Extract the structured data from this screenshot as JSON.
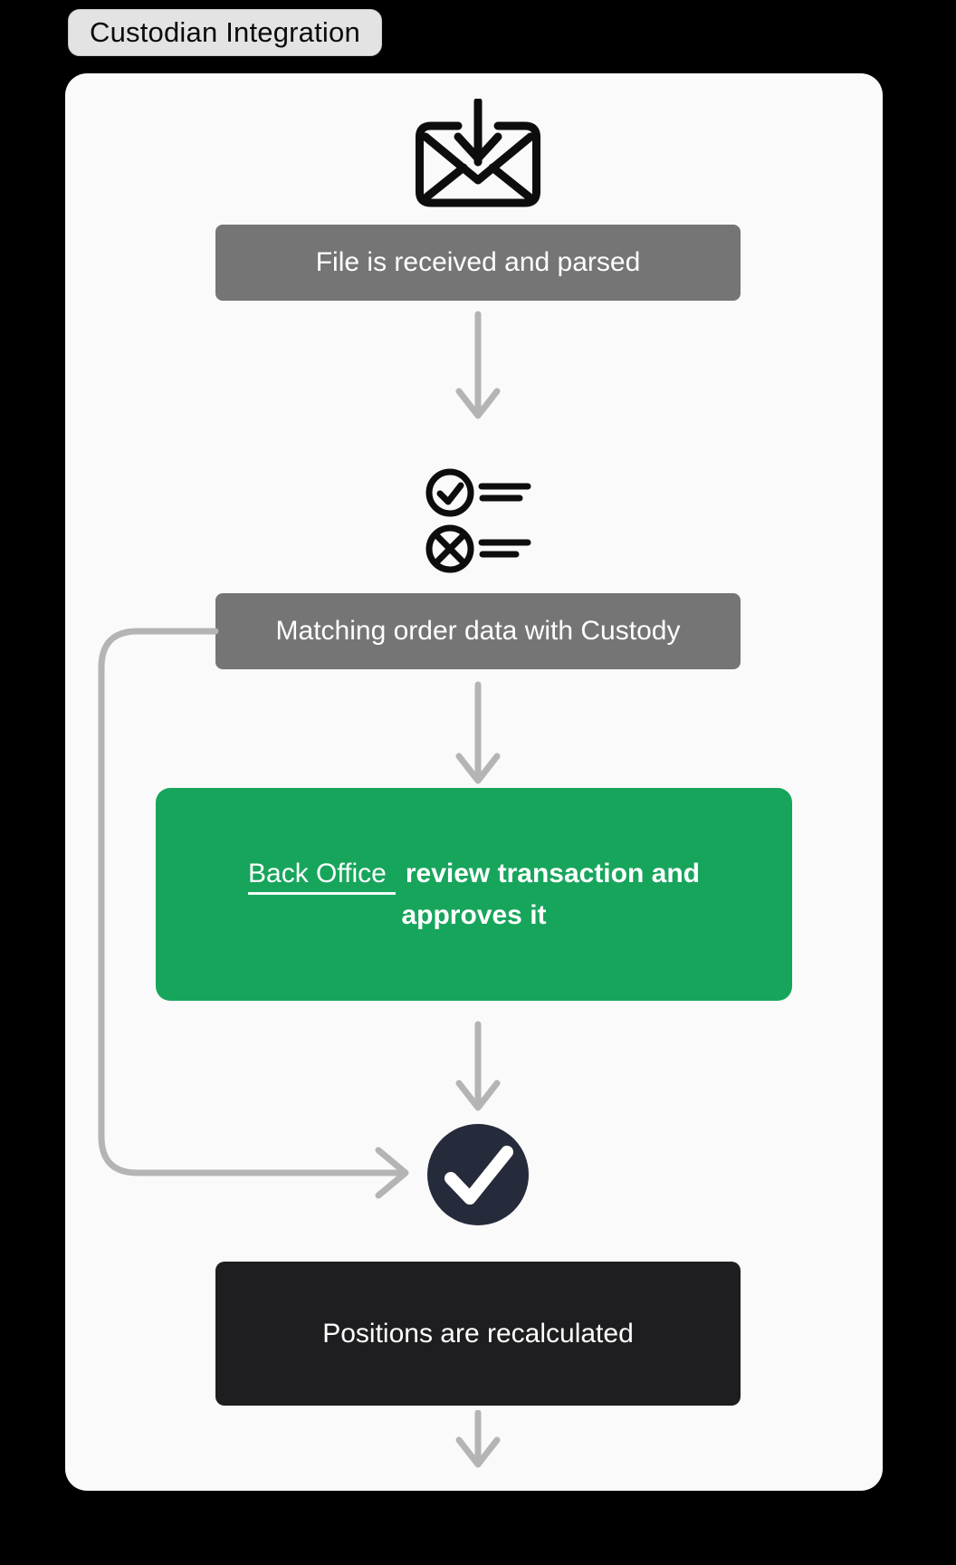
{
  "colors": {
    "page-bg": "#000000",
    "card-bg": "#fafafa",
    "pill-bg": "#e3e3e4",
    "pill-border": "#c9c9c9",
    "pill-text": "#0a0a0a",
    "gray-box": "#757575",
    "green-box": "#17a55c",
    "dark-box": "#1e1e20",
    "dark-circle": "#252b3a",
    "box-text": "#ffffff",
    "arrow": "#b4b4b4",
    "icon": "#0d0d0d"
  },
  "title_badge": {
    "label": "Custodian Integration"
  },
  "flow": {
    "step1": {
      "label": "File is received and parsed"
    },
    "step2": {
      "label": "Matching order data with Custody"
    },
    "step3": {
      "link_label": "Back Office",
      "rest_line1": "review transaction and",
      "rest_line2": "approves it"
    },
    "step4": {
      "label": "Positions are recalculated"
    }
  },
  "icons": {
    "mail": "mail-download-icon",
    "checklist": "match-checklist-icon",
    "check_circle": "check-circle-icon",
    "arrows": "flow-arrow-down",
    "connector": "skip-connector-arrow"
  }
}
